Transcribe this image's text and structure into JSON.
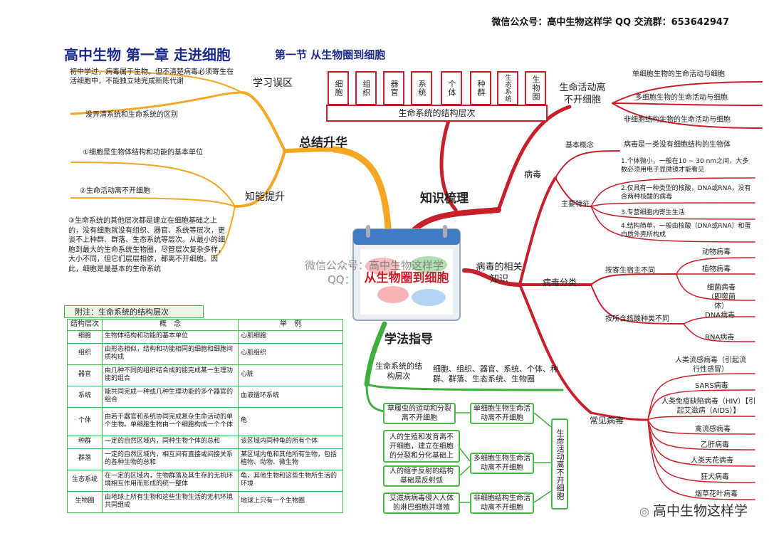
{
  "header": {
    "top_right": "微信公众号：高中生物这样学      QQ 交流群：653642947",
    "title": "高中生物   第一章   走进细胞",
    "section": "第一节   从生物圈到细胞"
  },
  "center": {
    "label": "从生物圈到细胞"
  },
  "hierarchy": {
    "levels": [
      "细胞",
      "组织",
      "器官",
      "系统",
      "个体",
      "种群",
      "生态系统",
      "生物圈"
    ],
    "caption": "生命系统的结构层次"
  },
  "summary": {
    "title": "总结升华",
    "mistakes": {
      "title": "学习误区",
      "items": [
        "初中学过，病毒属于生物。但不清楚病毒必须寄生在活细胞中，不能独立地完成新陈代谢",
        "没弄清系统和生命系统的区别"
      ]
    },
    "ability": {
      "title": "知能提升",
      "items": [
        "①细胞是生物体结构和功能的基本单位",
        "②生命活动离不开细胞",
        "③生命系统的其他层次都是建立在细胞基础之上的，没有细胞就没有组织、器官、系统等层次，更谈不上种群、群落、生态系统等层次。从最小的细胞到最大的生命系统生物圈，尽管层次复杂多样，大小不同，但它们层层相依，都离不开细胞。因此，细胞是最基本的生命系统"
      ]
    }
  },
  "knowledge": {
    "title": "知识梳理",
    "life_activity": {
      "title": "生命活动离不开细胞",
      "items": [
        "单细胞生物的生命活动与细胞",
        "多细胞生物的生命活动与细胞",
        "非细胞结构生物的生命活动与细胞"
      ]
    },
    "virus_knowledge": {
      "title": "病毒的相关知识",
      "virus": "病毒",
      "basic_concept": "基本概念",
      "basic_concept_text": "病毒是一类没有细胞结构的生物体",
      "features_title": "主要特征",
      "features": [
        "1.个体微小，一般在10 ~ 30 nm之间，大多数必须用电子显微镜才能看见",
        "2.仅具有一种类型的核酸，DNA或RNA，没有含两种核酸的病毒",
        "3.专营细胞内寄生生活",
        "4.结构简单，一般由核酸（DNA或RNA）和蛋白质外壳所构成"
      ],
      "classification": "病毒分类",
      "by_host": "按寄生宿主不同",
      "hosts": [
        "动物病毒",
        "植物病毒",
        "细菌病毒（即噬菌体）"
      ],
      "by_acid": "按所含核酸种类不同",
      "acids": [
        "DNA病毒",
        "RNA病毒"
      ],
      "common": "常见病毒",
      "common_list": [
        "人类流感病毒（引起流行性感冒）",
        "SARS病毒",
        "人类免疫缺陷病毒（HIV）【引起艾滋病（AIDS）】",
        "禽流感病毒",
        "乙肝病毒",
        "人类天花病毒",
        "狂犬病毒",
        "烟草花叶病毒"
      ]
    }
  },
  "method": {
    "title": "学法指导",
    "levels_title": "生命系统的结构层次",
    "levels_text": "细胞、组织、器官、系统、个体、种群、群落、生态系统、生物圈",
    "examples": [
      "草履虫的运动和分裂离不开细胞",
      "人的生殖和发育离不开细胞，建立在细胞的分裂和分化基础上",
      "人的缩手反射的结构基础是反射弧",
      "艾滋病病毒侵入人体的淋巴细胞并增殖"
    ],
    "categories": [
      "单细胞生物生命活动离不开细胞",
      "多细胞生物生命活动离不开细胞",
      "非细胞结构生命活动离不开细胞"
    ],
    "conclusion": "生命活动离不开细胞"
  },
  "appendix": {
    "title": "附注：生命系统的结构层次",
    "headers": [
      "结构层次",
      "概　念",
      "举　例"
    ],
    "rows": [
      [
        "细胞",
        "生物体结构和功能的基本单位",
        "心肌细胞"
      ],
      [
        "组织",
        "由形态相似，结构和功能相同的细胞和细胞间质构成",
        "心肌组织"
      ],
      [
        "器官",
        "由几种不同的组织结合成的能完成某一生理功能的组合",
        "心脏"
      ],
      [
        "系统",
        "能共同完成一种或几种生理功能的多个器官的组合",
        "血液循环系统"
      ],
      [
        "个体",
        "由若干器官和系统协同完成复杂生命活动的单个生物。单细胞生物由一个细胞构成一个个体",
        "龟"
      ],
      [
        "种群",
        "一定的自然区域内，同种生物个体的总和",
        "该区域内同种龟的所有个体"
      ],
      [
        "群落",
        "一定的自然区域内，相互间有直接或间接关系的各种生物的总和",
        "某区域内龟和其他所有生物，包括植物、动物、微生物"
      ],
      [
        "生态系统",
        "在一定的区域内，生物群落及其生存的无机环境相互作用而形成的统一整体",
        "龟，其他生物和这些生物所生活的环境"
      ],
      [
        "生物圈",
        "由地球上所有生物和这些生物生活的无机环境共同组成",
        "地球上只有一个生物圈"
      ]
    ]
  },
  "watermark": {
    "line1": "微信公众号：高中生物这样学",
    "line2": "QQ："
  },
  "footer": {
    "logo": "高中生物这样学"
  },
  "colors": {
    "orange": "#f5a623",
    "red": "#c8202a",
    "green": "#3fae3f",
    "navy": "#1a2a8a"
  }
}
